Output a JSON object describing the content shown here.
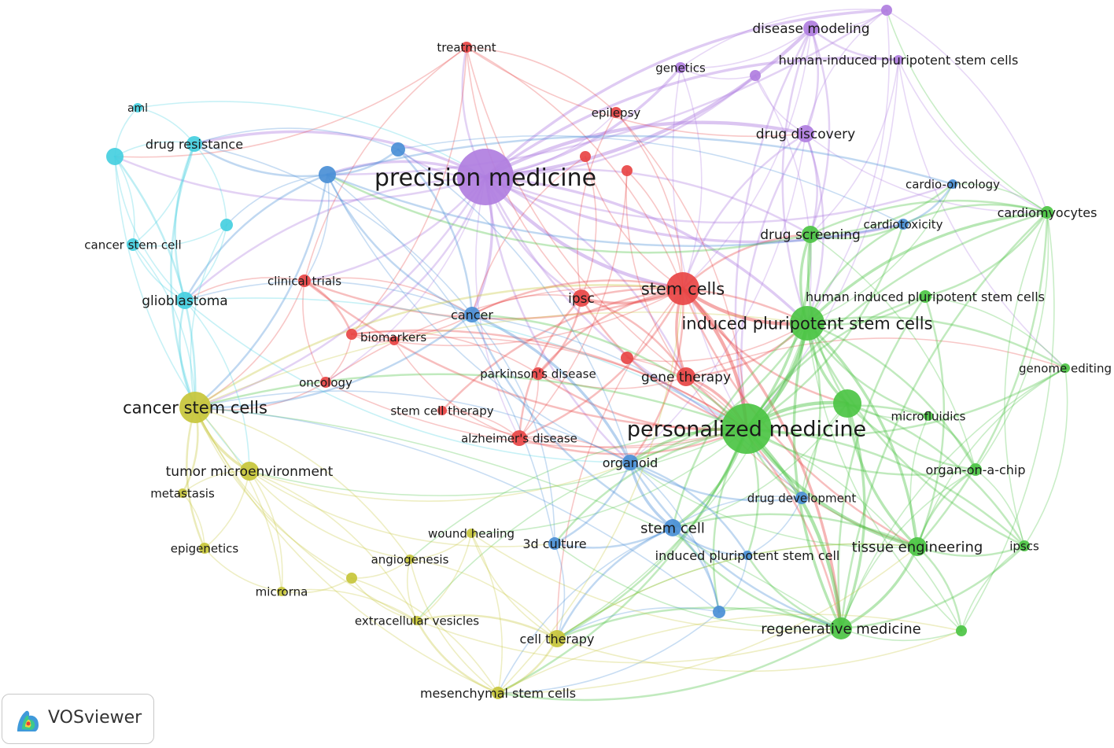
{
  "colors": {
    "red": "#e84545",
    "green": "#4cc444",
    "blue": "#4a8fd6",
    "yellow": "#c7c63a",
    "purple": "#b07ee0",
    "cyan": "#45cfe0"
  },
  "nodes": [
    {
      "id": "precision-medicine",
      "label": "precision medicine",
      "cluster": "purple"
    },
    {
      "id": "disease-modeling",
      "label": "disease modeling",
      "cluster": "purple"
    },
    {
      "id": "genetics",
      "label": "genetics",
      "cluster": "purple"
    },
    {
      "id": "hipsc-purple",
      "label": "human-induced pluripotent stem cells",
      "cluster": "purple"
    },
    {
      "id": "drug-discovery",
      "label": "drug discovery",
      "cluster": "purple"
    },
    {
      "id": "purple-a",
      "label": "",
      "cluster": "purple"
    },
    {
      "id": "purple-b",
      "label": "",
      "cluster": "purple"
    },
    {
      "id": "treatment",
      "label": "treatment",
      "cluster": "red"
    },
    {
      "id": "epilepsy",
      "label": "epilepsy",
      "cluster": "red"
    },
    {
      "id": "red-a",
      "label": "",
      "cluster": "red"
    },
    {
      "id": "red-b",
      "label": "",
      "cluster": "red"
    },
    {
      "id": "stem-cells",
      "label": "stem cells",
      "cluster": "red"
    },
    {
      "id": "ipsc",
      "label": "ipsc",
      "cluster": "red"
    },
    {
      "id": "clinical-trials",
      "label": "clinical trials",
      "cluster": "red"
    },
    {
      "id": "biomarkers",
      "label": "biomarkers",
      "cluster": "red"
    },
    {
      "id": "red-c",
      "label": "",
      "cluster": "red"
    },
    {
      "id": "oncology",
      "label": "oncology",
      "cluster": "red"
    },
    {
      "id": "parkinsons",
      "label": "parkinson's disease",
      "cluster": "red"
    },
    {
      "id": "red-d",
      "label": "",
      "cluster": "red"
    },
    {
      "id": "gene-therapy",
      "label": "gene therapy",
      "cluster": "red"
    },
    {
      "id": "stem-cell-therapy",
      "label": "stem cell therapy",
      "cluster": "red"
    },
    {
      "id": "alzheimers",
      "label": "alzheimer's disease",
      "cluster": "red"
    },
    {
      "id": "personalized-medicine",
      "label": "personalized medicine",
      "cluster": "green"
    },
    {
      "id": "ipsc-green",
      "label": "induced pluripotent stem cells",
      "cluster": "green"
    },
    {
      "id": "drug-screening",
      "label": "drug screening",
      "cluster": "green"
    },
    {
      "id": "hipsc-green",
      "label": "human induced pluripotent stem cells",
      "cluster": "green"
    },
    {
      "id": "cardiomyocytes",
      "label": "cardiomyocytes",
      "cluster": "green"
    },
    {
      "id": "genome-editing",
      "label": "genome editing",
      "cluster": "green"
    },
    {
      "id": "microfluidics",
      "label": "microfluidics",
      "cluster": "green"
    },
    {
      "id": "green-a",
      "label": "",
      "cluster": "green"
    },
    {
      "id": "organ-on-a-chip",
      "label": "organ-on-a-chip",
      "cluster": "green"
    },
    {
      "id": "tissue-engineering",
      "label": "tissue engineering",
      "cluster": "green"
    },
    {
      "id": "ipscs",
      "label": "ipscs",
      "cluster": "green"
    },
    {
      "id": "regenerative-medicine",
      "label": "regenerative medicine",
      "cluster": "green"
    },
    {
      "id": "green-b",
      "label": "",
      "cluster": "green"
    },
    {
      "id": "cardio-oncology",
      "label": "cardio-oncology",
      "cluster": "blue"
    },
    {
      "id": "cardiotoxicity",
      "label": "cardiotoxicity",
      "cluster": "blue"
    },
    {
      "id": "cancer",
      "label": "cancer",
      "cluster": "blue"
    },
    {
      "id": "organoid",
      "label": "organoid",
      "cluster": "blue"
    },
    {
      "id": "drug-development",
      "label": "drug development",
      "cluster": "blue"
    },
    {
      "id": "stem-cell",
      "label": "stem cell",
      "cluster": "blue"
    },
    {
      "id": "3d-culture",
      "label": "3d culture",
      "cluster": "blue"
    },
    {
      "id": "ipsc-single",
      "label": "induced pluripotent stem cell",
      "cluster": "blue"
    },
    {
      "id": "blue-a",
      "label": "",
      "cluster": "blue"
    },
    {
      "id": "blue-b",
      "label": "",
      "cluster": "blue"
    },
    {
      "id": "blue-c",
      "label": "",
      "cluster": "blue"
    },
    {
      "id": "aml",
      "label": "aml",
      "cluster": "cyan"
    },
    {
      "id": "drug-resistance",
      "label": "drug resistance",
      "cluster": "cyan"
    },
    {
      "id": "cyan-a",
      "label": "",
      "cluster": "cyan"
    },
    {
      "id": "cyan-b",
      "label": "",
      "cluster": "cyan"
    },
    {
      "id": "cancer-stem-cell",
      "label": "cancer stem cell",
      "cluster": "cyan"
    },
    {
      "id": "glioblastoma",
      "label": "glioblastoma",
      "cluster": "cyan"
    },
    {
      "id": "cancer-stem-cells",
      "label": "cancer stem cells",
      "cluster": "yellow"
    },
    {
      "id": "tumor-microenvironment",
      "label": "tumor microenvironment",
      "cluster": "yellow"
    },
    {
      "id": "metastasis",
      "label": "metastasis",
      "cluster": "yellow"
    },
    {
      "id": "epigenetics",
      "label": "epigenetics",
      "cluster": "yellow"
    },
    {
      "id": "microrna",
      "label": "microrna",
      "cluster": "yellow"
    },
    {
      "id": "wound-healing",
      "label": "wound healing",
      "cluster": "yellow"
    },
    {
      "id": "angiogenesis",
      "label": "angiogenesis",
      "cluster": "yellow"
    },
    {
      "id": "yellow-a",
      "label": "",
      "cluster": "yellow"
    },
    {
      "id": "extracellular-vesicles",
      "label": "extracellular vesicles",
      "cluster": "yellow"
    },
    {
      "id": "cell-therapy",
      "label": "cell therapy",
      "cluster": "yellow"
    },
    {
      "id": "mesenchymal-stem-cells",
      "label": "mesenchymal stem cells",
      "cluster": "yellow"
    }
  ],
  "brand": {
    "name": "VOSviewer"
  }
}
